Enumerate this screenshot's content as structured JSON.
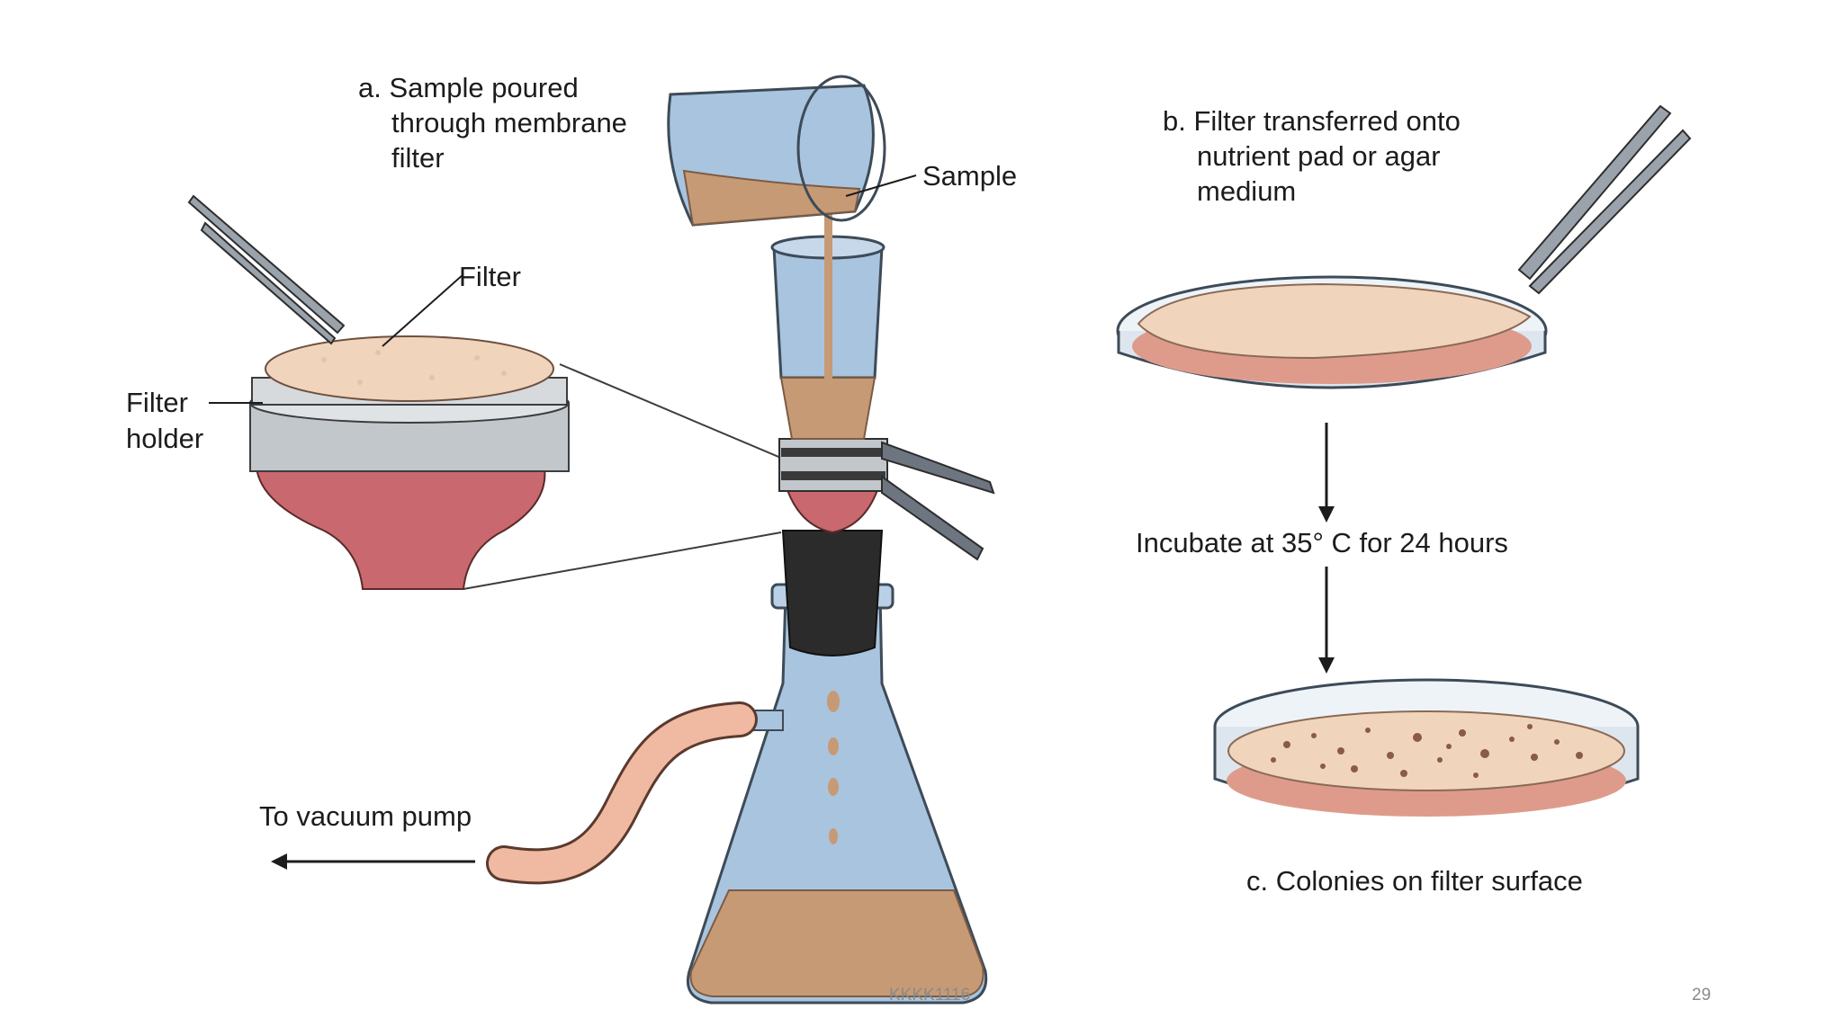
{
  "labels": {
    "step_a": [
      "a. Sample poured",
      "through membrane",
      "filter"
    ],
    "sample": "Sample",
    "filter": "Filter",
    "filter_holder": [
      "Filter",
      "holder"
    ],
    "vacuum": "To vacuum pump",
    "step_b": [
      "b. Filter transferred onto",
      "nutrient pad or agar",
      "medium"
    ],
    "incubate": "Incubate at 35° C for 24 hours",
    "step_c": "c. Colonies on filter surface"
  },
  "footer": {
    "center": "KKKK1116",
    "page_number": "29"
  },
  "colors": {
    "glass": "#a9c4de",
    "liquid": "#c79a76",
    "filter_pad": "#f1d4bc",
    "agar": "#de9b8c",
    "funnel": "#c9686e",
    "holder": "#c2c7cc",
    "stopper": "#2b2b2b",
    "tube": "#f0b9a1"
  }
}
